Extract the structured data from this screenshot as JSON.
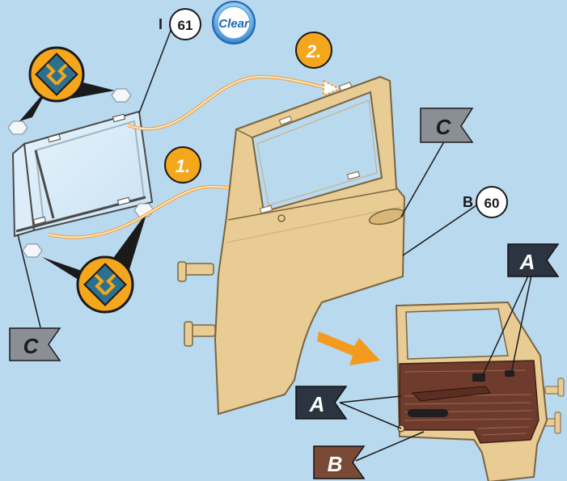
{
  "labels": {
    "window_part_prefix": "I",
    "window_part_number": "61",
    "clear_badge": "Clear",
    "door_part_prefix": "B",
    "door_part_number": "60",
    "step_1": "1.",
    "step_2": "2.",
    "flag_c": "C",
    "flag_a": "A",
    "flag_b": "B"
  },
  "colors": {
    "background": "#b9d9ef",
    "door_body": "#e8cc94",
    "door_outline": "#7a6440",
    "door_panel": "#6e3b2c",
    "arrow_path": "#f3a23a",
    "step_badge": "#f4a61c",
    "flag_dark": "#2b3440",
    "flag_grey": "#8a8f95",
    "flag_brown": "#7a4a35",
    "clear_badge": "#1e67b2"
  },
  "icons": {
    "glue_icon": "glue-diamond-icon",
    "direction_arrow": "orange-arrow-icon"
  }
}
